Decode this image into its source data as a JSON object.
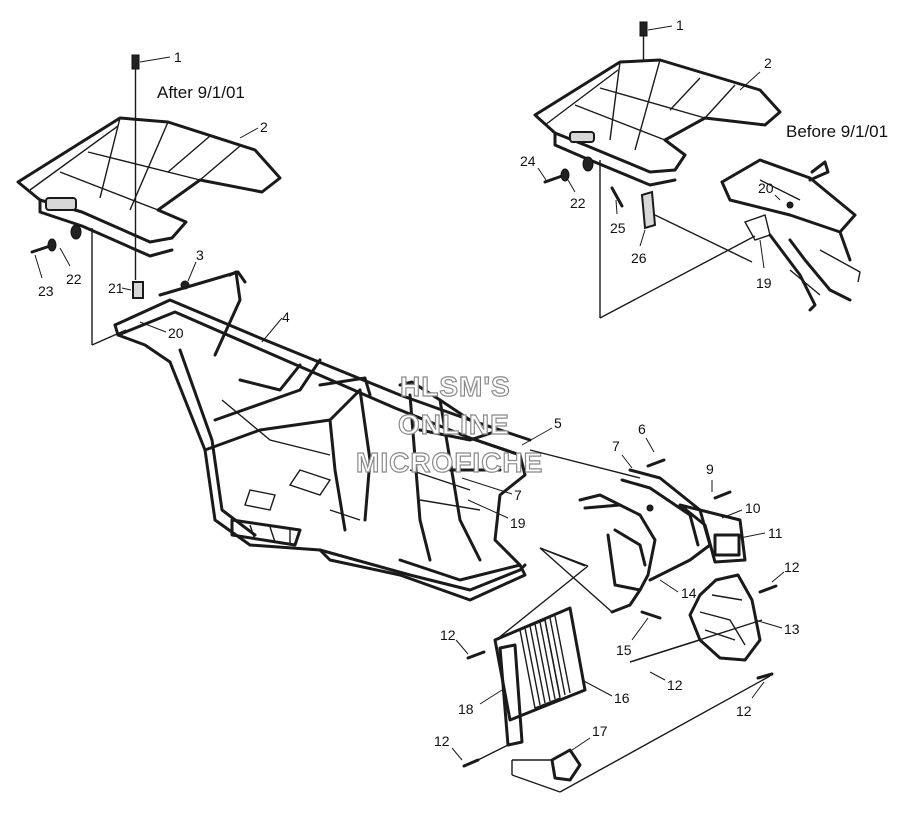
{
  "titles": {
    "after": "After 9/1/01",
    "before": "Before 9/1/01"
  },
  "watermark": {
    "line1": "HLSM'S",
    "line2": "ONLINE",
    "line3": "MICROFICHE"
  },
  "callouts": {
    "c1a": "1",
    "c2a": "2",
    "c3": "3",
    "c4": "4",
    "c20a": "20",
    "c21": "21",
    "c22a": "22",
    "c23": "23",
    "c1b": "1",
    "c2b": "2",
    "c24": "24",
    "c22b": "22",
    "c25": "25",
    "c26": "26",
    "c20b": "20",
    "c19b": "19",
    "c5": "5",
    "c6": "6",
    "c7a": "7",
    "c7b": "7",
    "c9": "9",
    "c10": "10",
    "c11": "11",
    "c19a": "19",
    "c12a": "12",
    "c13": "13",
    "c14": "14",
    "c15": "15",
    "c12b": "12",
    "c12c": "12",
    "c12d": "12",
    "c16": "16",
    "c18": "18",
    "c12e": "12",
    "c17": "17"
  }
}
